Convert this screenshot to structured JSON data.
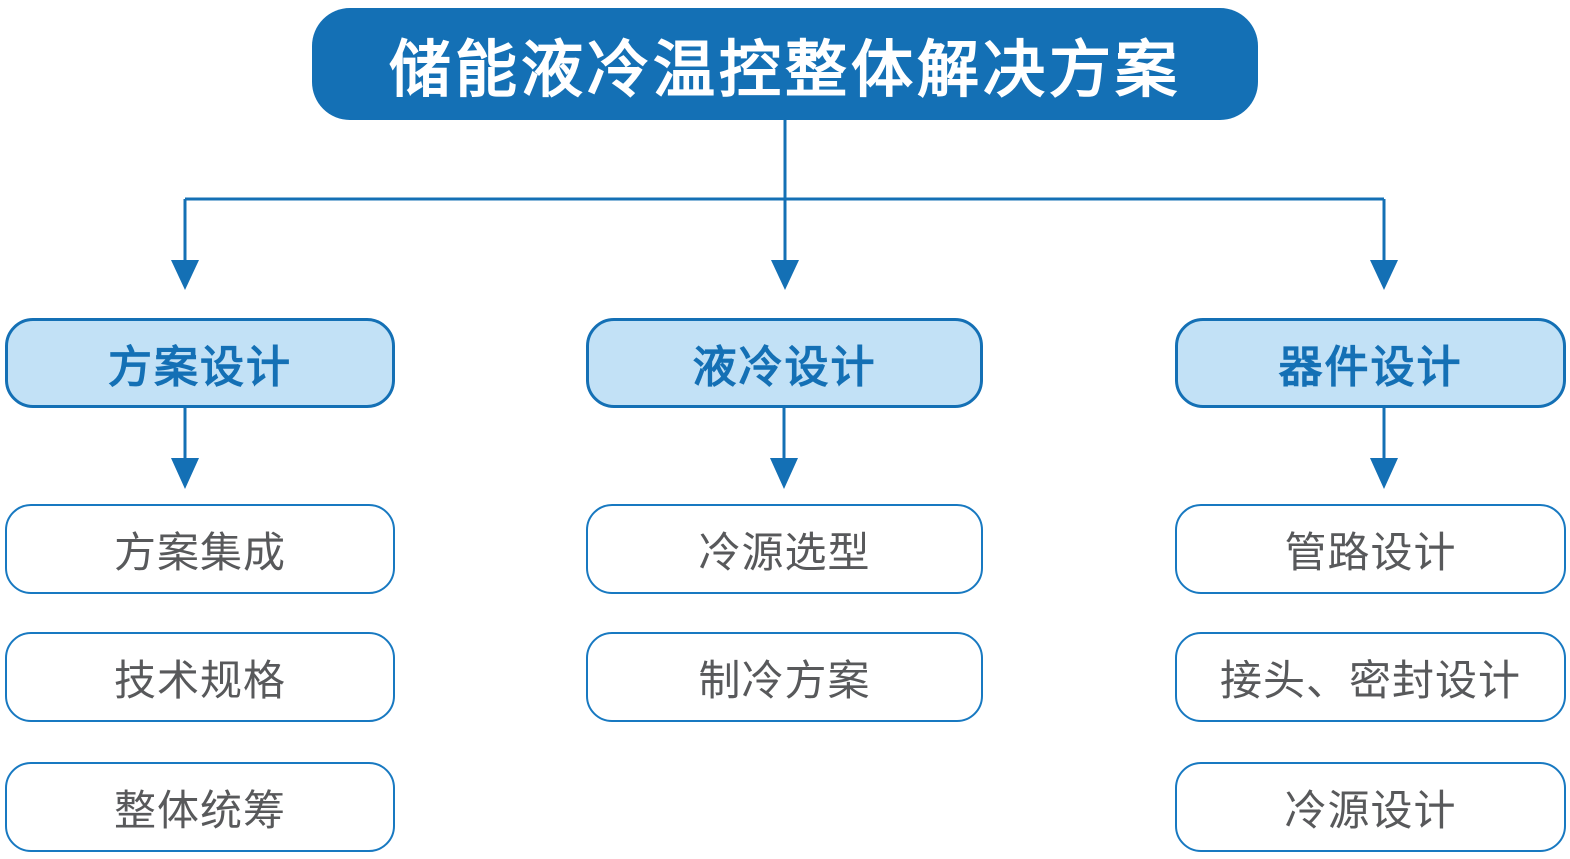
{
  "diagram": {
    "root": {
      "label": "储能液冷温控整体解决方案"
    },
    "branches": [
      {
        "label": "方案设计",
        "children": [
          "方案集成",
          "技术规格",
          "整体统筹"
        ]
      },
      {
        "label": "液冷设计",
        "children": [
          "冷源选型",
          "制冷方案"
        ]
      },
      {
        "label": "器件设计",
        "children": [
          "管路设计",
          "接头、密封设计",
          "冷源设计"
        ]
      }
    ]
  },
  "colors": {
    "primary_blue": "#1470B5",
    "light_blue_fill": "#C2E1F6",
    "leaf_border_blue": "#1879C1",
    "leaf_text_gray": "#58595B",
    "title_text": "#FFFFFF",
    "background": "#FFFFFF"
  }
}
